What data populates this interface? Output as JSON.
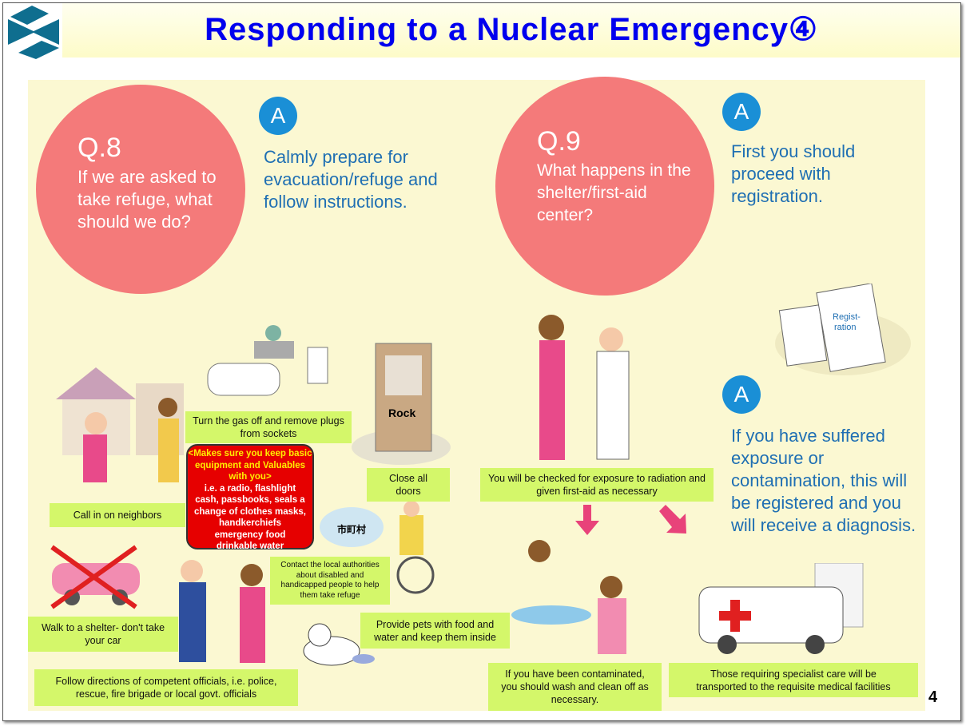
{
  "title": "Responding to a Nuclear Emergency④",
  "q8": {
    "num": "Q.8",
    "text": "If we are asked to take refuge, what should we do?",
    "badge": "A",
    "answer": "Calmly prepare for evacuation/refuge and follow instructions."
  },
  "q9": {
    "num": "Q.9",
    "text": "What happens in the shelter/first-aid center?",
    "badge": "A",
    "answer": "First you should proceed with registration.",
    "badge2": "A",
    "answer2": "If you have suffered exposure or contamination, this will be registered and you will receive a diagnosis."
  },
  "labels": {
    "gas": "Turn the gas off and remove plugs from sockets",
    "neighbors": "Call in on neighbors",
    "doors": "Close  all doors",
    "walk": "Walk to a shelter- don't take your car",
    "officials": "Follow directions of competent officials, i.e. police, rescue, fire  brigade  or local govt. officials",
    "authorities": "Contact the local authorities about disabled and handicapped people to help them take refuge",
    "pets": "Provide pets with food and water and keep them inside",
    "checked": "You will be checked for exposure  to radiation and given first-aid as necessary",
    "wash": "If you have been contaminated, you should wash and clean off as necessary.",
    "transport": "Those requiring specialist care will be transported to the requisite medical facilities"
  },
  "valuables": {
    "heading": "<Makes sure you keep basic equipment and Valuables with you>",
    "items": "i.e. a radio, flashlight cash, passbooks, seals a change of clothes masks, handkerchiefs emergency food drinkable water"
  },
  "illustration_text": {
    "door_tag": "Rock",
    "registration": "Regist-ration",
    "town": "市町村"
  },
  "page_number": "4",
  "colors": {
    "title": "#0000ee",
    "circle": "#f47a7a",
    "badge": "#1a8fd6",
    "answer": "#1f6fb3",
    "label": "#d4f76a",
    "red": "#e60000"
  }
}
